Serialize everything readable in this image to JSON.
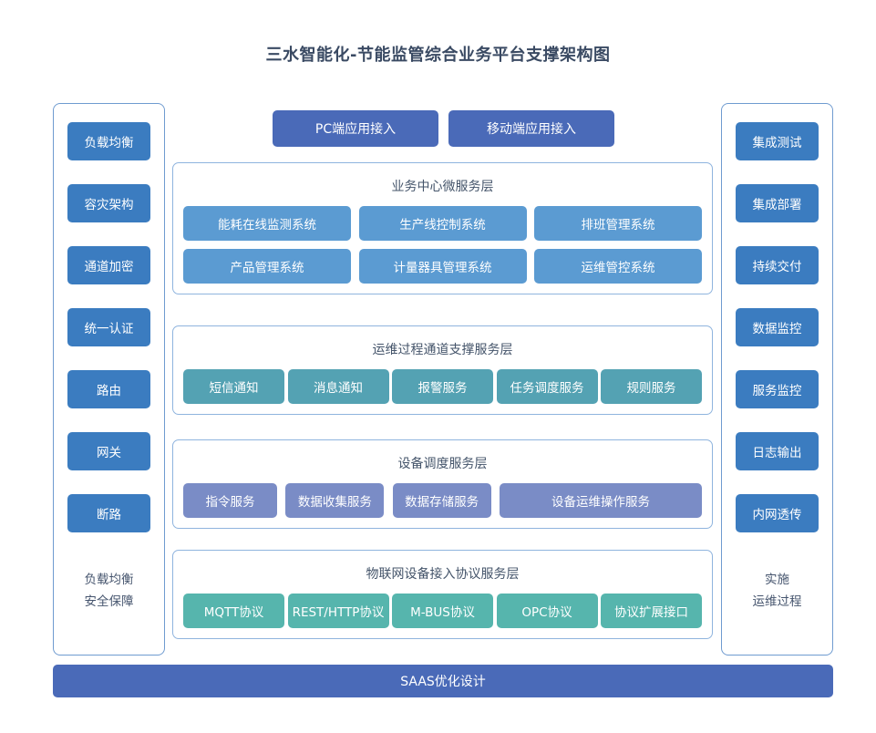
{
  "title": "三水智能化-节能监管综合业务平台支撑架构图",
  "colors": {
    "title_text": "#3a4a63",
    "side_button": "#3b7cc0",
    "access_button": "#4a6ab8",
    "business_chip": "#5b9bd2",
    "ops_chip": "#54a2b3",
    "device_chip": "#7a8cc6",
    "iot_chip": "#56b5ad",
    "panel_border": "#8fb4de",
    "side_panel_border": "#6f9bd0",
    "layer_title_text": "#44546a",
    "saas_bar": "#4a6ab8"
  },
  "left_panel": {
    "items": [
      {
        "label": "负载均衡"
      },
      {
        "label": "容灾架构"
      },
      {
        "label": "通道加密"
      },
      {
        "label": "统一认证"
      },
      {
        "label": "路由"
      },
      {
        "label": "网关"
      },
      {
        "label": "断路"
      }
    ],
    "footer_line1": "负载均衡",
    "footer_line2": "安全保障"
  },
  "right_panel": {
    "items": [
      {
        "label": "集成测试"
      },
      {
        "label": "集成部署"
      },
      {
        "label": "持续交付"
      },
      {
        "label": "数据监控"
      },
      {
        "label": "服务监控"
      },
      {
        "label": "日志输出"
      },
      {
        "label": "内网透传"
      }
    ],
    "footer_line1": "实施",
    "footer_line2": "运维过程"
  },
  "access": {
    "pc": "PC端应用接入",
    "mobile": "移动端应用接入"
  },
  "layers": [
    {
      "id": "business",
      "title": "业务中心微服务层",
      "rows": [
        [
          "能耗在线监测系统",
          "生产线控制系统",
          "排班管理系统"
        ],
        [
          "产品管理系统",
          "计量器具管理系统",
          "运维管控系统"
        ]
      ]
    },
    {
      "id": "ops",
      "title": "运维过程通道支撑服务层",
      "rows": [
        [
          "短信通知",
          "消息通知",
          "报警服务",
          "任务调度服务",
          "规则服务"
        ]
      ]
    },
    {
      "id": "device",
      "title": "设备调度服务层",
      "rows": [
        [
          "指令服务",
          "数据收集服务",
          "数据存储服务",
          "设备运维操作服务"
        ]
      ]
    },
    {
      "id": "iot",
      "title": "物联网设备接入协议服务层",
      "rows": [
        [
          "MQTT协议",
          "REST/HTTP协议",
          "M-BUS协议",
          "OPC协议",
          "协议扩展接口"
        ]
      ]
    }
  ],
  "footer_bar": {
    "label": "SAAS优化设计"
  }
}
